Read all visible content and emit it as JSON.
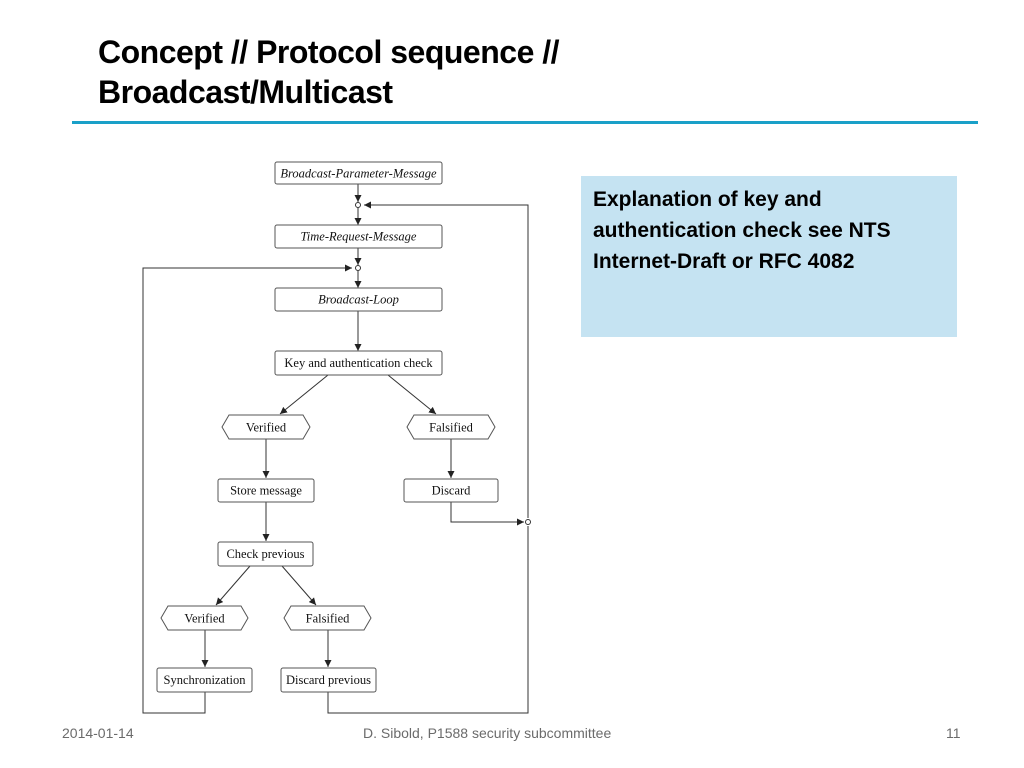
{
  "slide": {
    "title_line1": "Concept // Protocol sequence //",
    "title_line2": "Broadcast/Multicast",
    "note": "Explanation of key and authentication check see NTS Internet-Draft or RFC 4082",
    "colors": {
      "accent": "#1aa0c8",
      "note_bg": "#c5e3f2",
      "footer_text": "#6b6b6b"
    }
  },
  "diagram": {
    "broadcast_parameter_message": "Broadcast-Parameter-Message",
    "time_request_message": "Time-Request-Message",
    "broadcast_loop": "Broadcast-Loop",
    "key_auth_check": "Key and authentication check",
    "verified_1": "Verified",
    "falsified_1": "Falsified",
    "store_message": "Store message",
    "discard": "Discard",
    "check_previous": "Check previous",
    "verified_2": "Verified",
    "falsified_2": "Falsified",
    "synchronization": "Synchronization",
    "discard_previous": "Discard previous"
  },
  "footer": {
    "date": "2014-01-14",
    "author": "D. Sibold, P1588 security subcommittee",
    "page": "11"
  }
}
